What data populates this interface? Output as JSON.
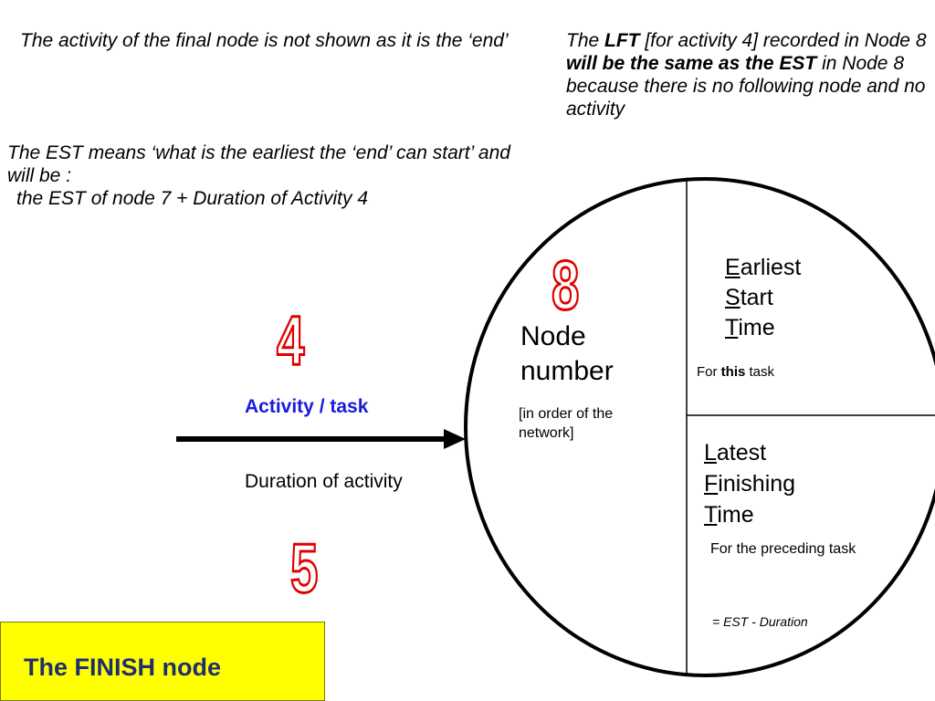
{
  "notes": {
    "top_left": "The activity of the final node is not shown as it is the ‘end’",
    "top_right": {
      "p1": "The ",
      "lft": "LFT",
      "p2": " [for activity 4] recorded in Node 8 ",
      "bold1": "will be the same as the EST",
      "p3": " in Node 8 because there is no following node and no activity"
    },
    "mid_left": {
      "line1": "The EST means ‘what is the earliest  the  ‘end’ can start’  and will be :",
      "line2": "the EST of node 7 + Duration of Activity 4"
    }
  },
  "arrow": {
    "activity_number": "4",
    "activity_label": "Activity / task",
    "duration_label": "Duration of activity",
    "duration_value": "5"
  },
  "node": {
    "number": "8",
    "label": "Node number",
    "order_note": "[in order of the network]",
    "est": {
      "l1": "E",
      "r1": "arliest",
      "l2": "S",
      "r2": "tart",
      "l3": "T",
      "r3": "ime"
    },
    "est_sub": {
      "p1": "For ",
      "bold": "this",
      "p2": " task"
    },
    "lft": {
      "l1": "L",
      "r1": "atest",
      "l2": "F",
      "r2": "inishing",
      "l3": "T",
      "r3": "ime"
    },
    "lft_sub": "For the preceding task",
    "lft_formula": "= EST - Duration"
  },
  "finish_box": {
    "title": "The FINISH node",
    "color": "#ffff00"
  }
}
